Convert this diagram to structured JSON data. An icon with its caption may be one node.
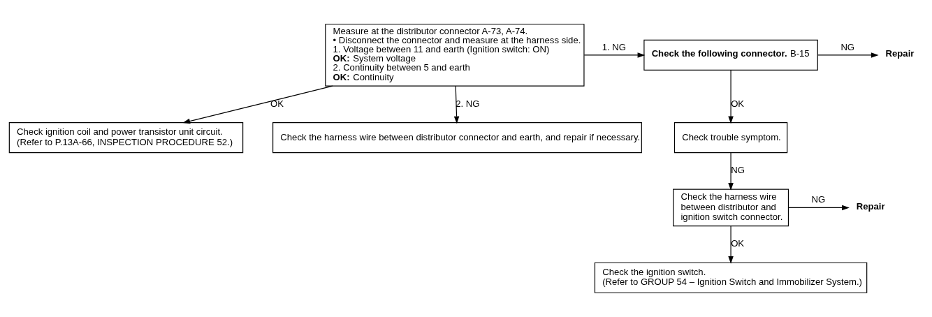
{
  "diagram": {
    "nodes": [
      {
        "text": [
          "Measure at the distributor connector A-73, A-74.",
          "• Disconnect the connector and measure at the harness side.",
          "1. Voltage between 11 and earth (Ignition switch: ON)",
          "**OK:** System voltage",
          "2. Continuity between 5 and earth",
          "**OK:** Continuity"
        ]
      },
      {
        "text": [
          "Check ignition coil and power transistor unit circuit.",
          "(Refer to P.13A-66, INSPECTION PROCEDURE 52.)"
        ]
      },
      {
        "text": [
          "**Check the following connector.** B-15"
        ]
      },
      {
        "text": [
          "Repair"
        ]
      },
      {
        "text": [
          "Check trouble symptom."
        ]
      },
      {
        "text": [
          "Check the harness wire between distributor and ignition switch connector."
        ]
      },
      {
        "text": [
          "Repair"
        ]
      },
      {
        "text": [
          "Check the ignition switch.",
          "(Refer to GROUP 54 – Ignition Switch and Immobilizer System.)"
        ]
      },
      {
        "text": [
          "Check the harness wire between distributor connector and earth, and repair if necessary."
        ]
      }
    ],
    "edges": [
      {
        "from": 0,
        "to": 2,
        "arrow": "to",
        "label": "1. NG"
      },
      {
        "from": 0,
        "to": 8,
        "arrow": "to",
        "label": "2. NG"
      },
      {
        "from": 0,
        "to": 1,
        "arrow": "to",
        "label": "OK"
      },
      {
        "from": 2,
        "to": 3,
        "arrow": "to",
        "label": "NG"
      },
      {
        "from": 2,
        "to": 4,
        "arrow": "to",
        "label": "OK"
      },
      {
        "from": 4,
        "to": 5,
        "arrow": "to",
        "label": "NG"
      },
      {
        "from": 5,
        "to": 6,
        "arrow": "to",
        "label": "NG"
      },
      {
        "from": 5,
        "to": 7,
        "arrow": "to",
        "label": "OK"
      }
    ]
  }
}
